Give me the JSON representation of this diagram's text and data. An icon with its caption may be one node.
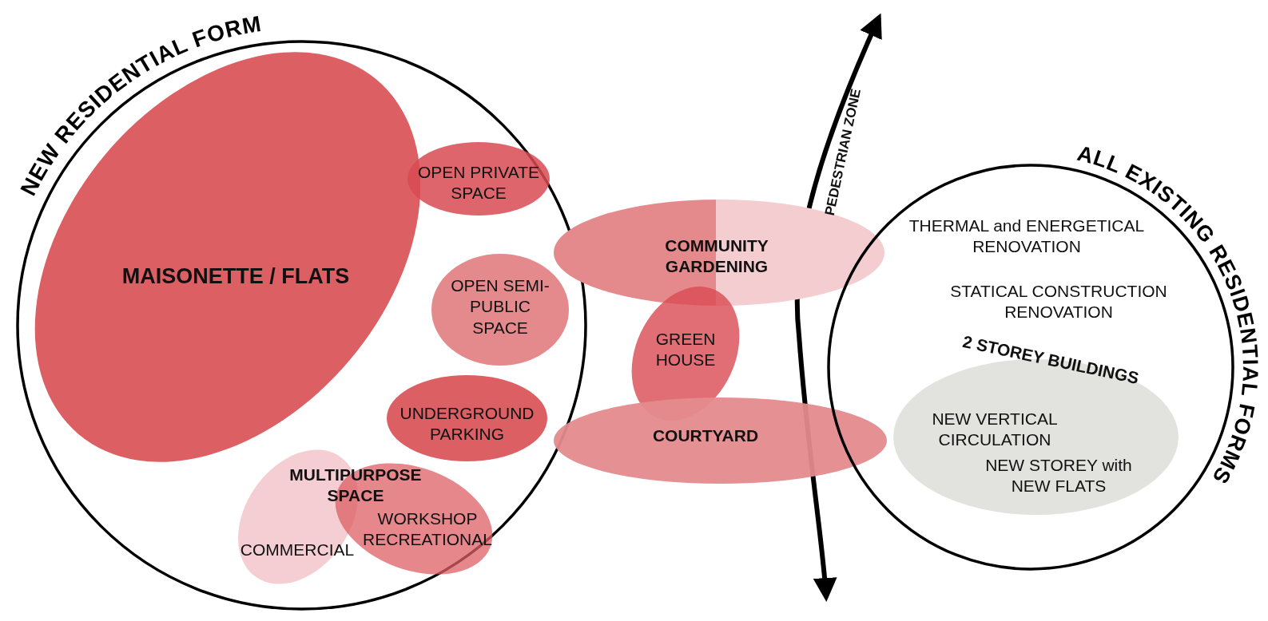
{
  "diagram": {
    "nodes": [
      {
        "text": [
          "NEW RESIDENTIAL FORM"
        ]
      },
      {
        "text": [
          "MAISONETTE / FLATS"
        ],
        "in": 0
      },
      {
        "text": [
          "OPEN PRIVATE SPACE"
        ],
        "in": 0
      },
      {
        "text": [
          "OPEN SEMI-PUBLIC SPACE"
        ],
        "in": 0
      },
      {
        "text": [
          "UNDERGROUND PARKING"
        ],
        "in": 0
      },
      {
        "text": [
          "COMMERCIAL"
        ],
        "in": 0
      },
      {
        "text": [
          "WORKSHOP RECREATIONAL"
        ],
        "in": 0
      },
      {
        "text": [
          "COMMUNITY GARDENING"
        ]
      },
      {
        "text": [
          "GREEN HOUSE"
        ]
      },
      {
        "text": [
          "COURTYARD"
        ]
      },
      {
        "text": [
          "ALL EXISTING RESIDENTIAL FORMS"
        ]
      },
      {
        "text": [
          "2 STOREY BUILDINGS",
          "NEW VERTICAL CIRCULATION",
          "NEW STOREY with NEW FLATS"
        ],
        "in": 10
      }
    ],
    "labels": [
      "MULTIPURPOSE SPACE",
      "PEDESTRIAN ZONE",
      "THERMAL and ENERGETICAL RENOVATION",
      "STATICAL CONSTRUCTION RENOVATION"
    ]
  }
}
